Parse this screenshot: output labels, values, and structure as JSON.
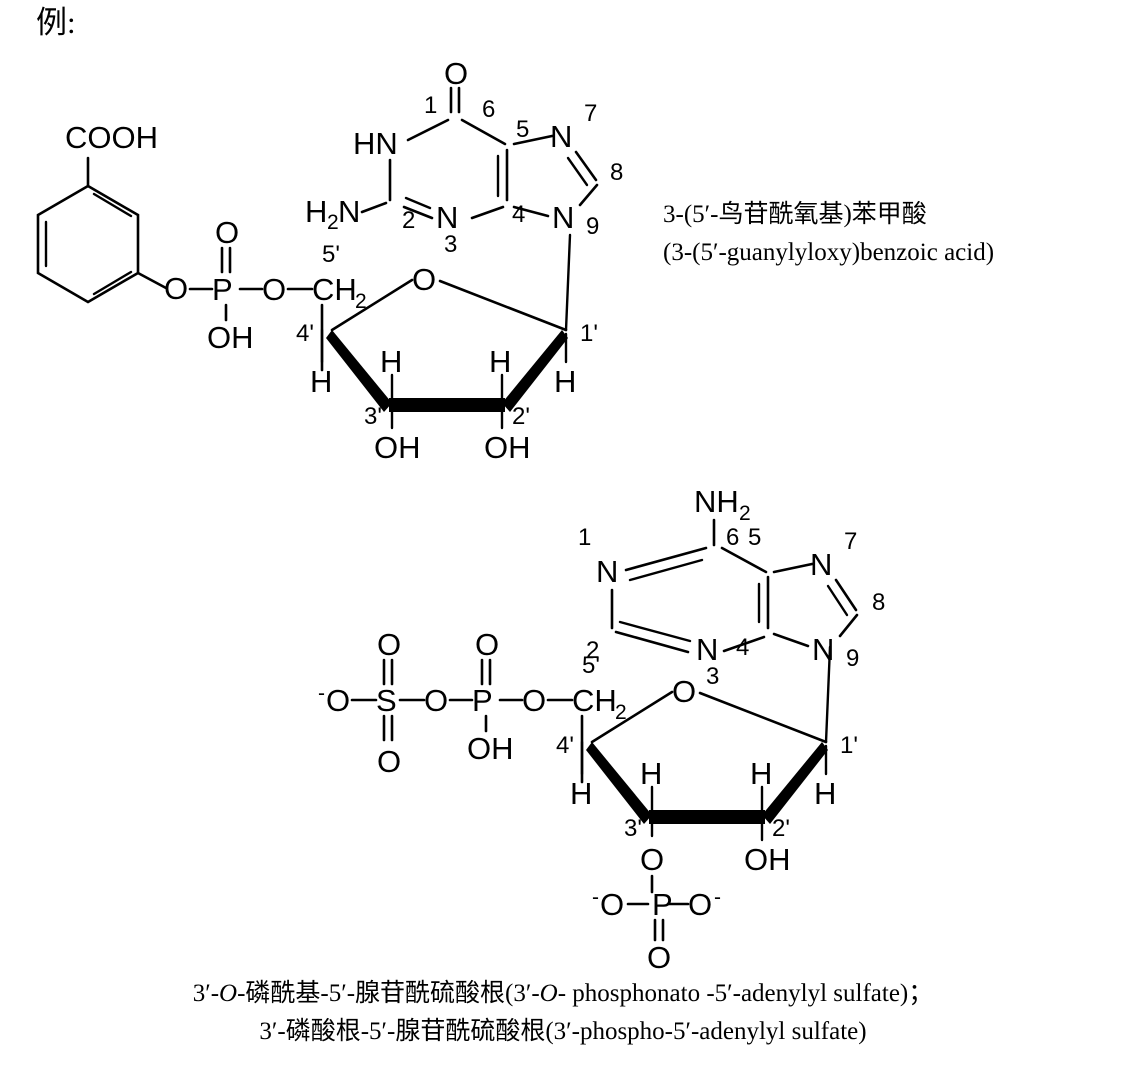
{
  "page": {
    "example_label": "例:",
    "background": "#ffffff",
    "ink": "#000000"
  },
  "structure1": {
    "name_cn": "3-(5′-鸟苷酰氧基)苯甲酸",
    "name_en": "(3-(5′-guanylyloxy)benzoic acid)",
    "carboxyl_label": "COOH",
    "base_name": "guanine",
    "base_atoms": {
      "carbonyl_o": "O",
      "n1_h": "HN",
      "amino": "H",
      "amino_sub": "2",
      "amino_n": "N",
      "n3": "N",
      "n7": "N",
      "n9": "N",
      "c8_h": ""
    },
    "ring_numbers": [
      "1",
      "2",
      "3",
      "4",
      "5",
      "6",
      "7",
      "8",
      "9"
    ],
    "phosphate": {
      "double_o": "O",
      "ester_o_left": "O",
      "ester_o_right": "O",
      "p": "P",
      "oh": "OH"
    },
    "sugar": {
      "c5_label": "CH",
      "c5_sub": "2",
      "ring_o": "O",
      "pos5": "5'",
      "pos4": "4'",
      "pos3": "3'",
      "pos2": "2'",
      "pos1": "1'",
      "h4": "H",
      "h3": "H",
      "h2": "H",
      "h1": "H",
      "oh3": "OH",
      "oh2": "OH"
    }
  },
  "structure2": {
    "base_name": "adenine",
    "base_atoms": {
      "amino": "NH",
      "amino_sub": "2",
      "n1": "N",
      "n3": "N",
      "n7": "N",
      "n9": "N"
    },
    "ring_numbers": [
      "1",
      "2",
      "3",
      "4",
      "5",
      "6",
      "7",
      "8",
      "9"
    ],
    "sulfate": {
      "o_minus_left": "O",
      "minus_sign": "-",
      "s": "S",
      "o_top": "O",
      "o_bottom": "O",
      "bridge_o": "O"
    },
    "phosphate": {
      "double_o": "O",
      "p": "P",
      "oh": "OH",
      "ester_o": "O"
    },
    "sugar": {
      "c5_label": "CH",
      "c5_sub": "2",
      "ring_o": "O",
      "pos5": "5'",
      "pos4": "4'",
      "pos3": "3'",
      "pos2": "2'",
      "pos1": "1'",
      "h4": "H",
      "h3": "H",
      "h2": "H",
      "h1": "H",
      "oh2": "OH"
    },
    "phosphate3": {
      "link_o": "O",
      "p": "P",
      "o_left": "O",
      "o_right": "O",
      "o_double": "O",
      "minus_sign": "-"
    }
  },
  "captions": {
    "line1_cn_a": "3′-",
    "line1_cn_b": "O",
    "line1_cn_c": "-磷酰基-5′-腺苷酰硫酸根(3′-",
    "line1_cn_d": "O",
    "line1_cn_e": "- phosphonato -5′-adenylyl sulfate)；",
    "line2": "3′-磷酸根-5′-腺苷酰硫酸根(3′-phospho-5′-adenylyl sulfate)"
  }
}
